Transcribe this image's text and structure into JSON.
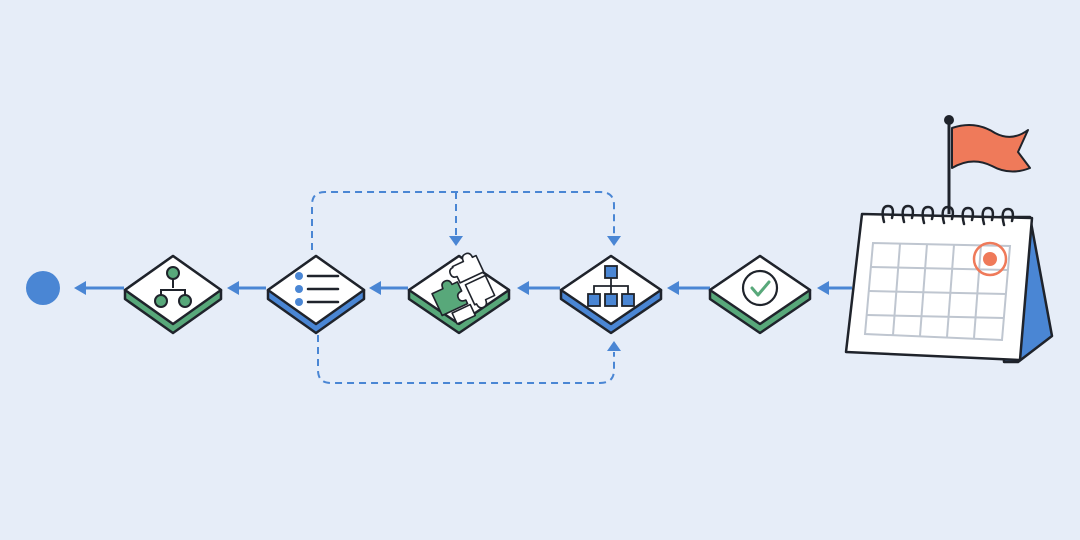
{
  "diagram": {
    "flow_direction": "right-to-left",
    "start": {
      "name": "calendar",
      "icon": "calendar-icon",
      "milestone_icon": "flag-icon"
    },
    "nodes": [
      {
        "id": "n1",
        "icon": "checkmark-icon",
        "accent": "green"
      },
      {
        "id": "n2",
        "icon": "hierarchy-icon",
        "accent": "blue"
      },
      {
        "id": "n3",
        "icon": "puzzle-icon",
        "accent": "green"
      },
      {
        "id": "n4",
        "icon": "list-icon",
        "accent": "blue"
      },
      {
        "id": "n5",
        "icon": "tree-icon",
        "accent": "green"
      }
    ],
    "end": {
      "name": "end-dot"
    },
    "feedback_loops": [
      {
        "from": "n4",
        "to": "n3",
        "style": "dashed",
        "side": "top"
      },
      {
        "from": "n4",
        "to": "n2",
        "style": "dashed",
        "side": "top"
      },
      {
        "from": "n4",
        "to": "n2",
        "style": "dashed",
        "side": "bottom"
      }
    ]
  },
  "colors": {
    "background": "#e6edf8",
    "blue": "#4a86d4",
    "green": "#58a87a",
    "outline": "#1f232b",
    "flag": "#ef7a5a",
    "grid": "#bfc6d0",
    "card": "#ffffff"
  }
}
